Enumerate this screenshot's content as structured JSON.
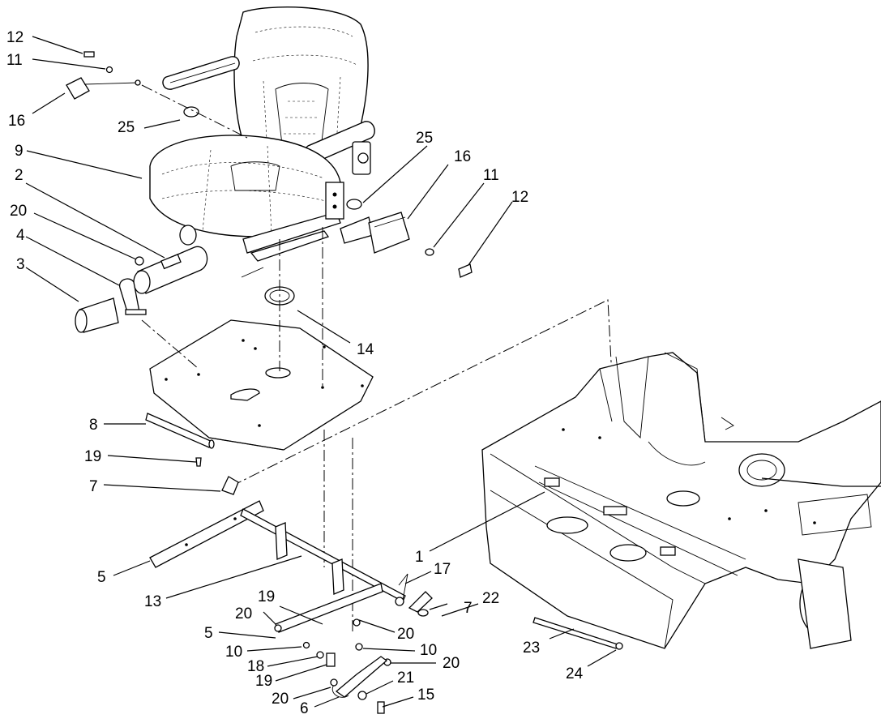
{
  "callouts": [
    {
      "id": "c12a",
      "text": "12"
    },
    {
      "id": "c11a",
      "text": "11"
    },
    {
      "id": "c16a",
      "text": "16"
    },
    {
      "id": "c25a",
      "text": "25"
    },
    {
      "id": "c9",
      "text": "9"
    },
    {
      "id": "c2",
      "text": "2"
    },
    {
      "id": "c20a",
      "text": "20"
    },
    {
      "id": "c4",
      "text": "4"
    },
    {
      "id": "c3",
      "text": "3"
    },
    {
      "id": "c25b",
      "text": "25"
    },
    {
      "id": "c16b",
      "text": "16"
    },
    {
      "id": "c11b",
      "text": "11"
    },
    {
      "id": "c12b",
      "text": "12"
    },
    {
      "id": "c14",
      "text": "14"
    },
    {
      "id": "c8",
      "text": "8"
    },
    {
      "id": "c19a",
      "text": "19"
    },
    {
      "id": "c7a",
      "text": "7"
    },
    {
      "id": "c5a",
      "text": "5"
    },
    {
      "id": "c13",
      "text": "13"
    },
    {
      "id": "c1",
      "text": "1"
    },
    {
      "id": "c17",
      "text": "17"
    },
    {
      "id": "c7b",
      "text": "7"
    },
    {
      "id": "c22",
      "text": "22"
    },
    {
      "id": "c19b",
      "text": "19"
    },
    {
      "id": "c20b",
      "text": "20"
    },
    {
      "id": "c20c",
      "text": "20"
    },
    {
      "id": "c5b",
      "text": "5"
    },
    {
      "id": "c10a",
      "text": "10"
    },
    {
      "id": "c10b",
      "text": "10"
    },
    {
      "id": "c18",
      "text": "18"
    },
    {
      "id": "c20d",
      "text": "20"
    },
    {
      "id": "c19c",
      "text": "19"
    },
    {
      "id": "c21",
      "text": "21"
    },
    {
      "id": "c20e",
      "text": "20"
    },
    {
      "id": "c15",
      "text": "15"
    },
    {
      "id": "c6",
      "text": "6"
    },
    {
      "id": "c23",
      "text": "23"
    },
    {
      "id": "c24",
      "text": "24"
    }
  ]
}
